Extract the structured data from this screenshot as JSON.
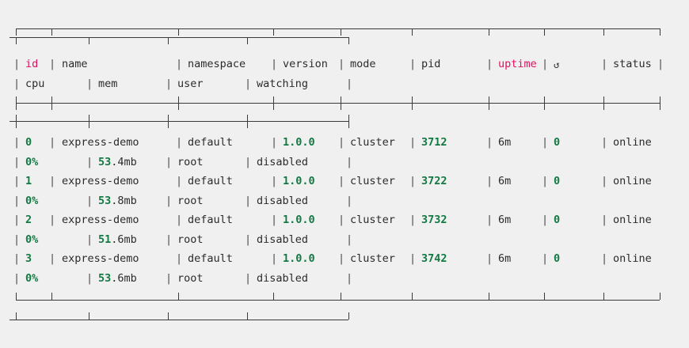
{
  "app": {
    "name": "pm2-list",
    "background_color": "#f0f0f0",
    "accent_sort_color": "#e0115f",
    "value_color": "#117a42",
    "text_color": "#2b2b2b",
    "border_color": "#3a3a3a"
  },
  "table": {
    "header_row_1": [
      {
        "key": "id",
        "label": "id",
        "sorted": true
      },
      {
        "key": "name",
        "label": "name",
        "sorted": false
      },
      {
        "key": "namespace",
        "label": "namespace",
        "sorted": false
      },
      {
        "key": "version",
        "label": "version",
        "sorted": false
      },
      {
        "key": "mode",
        "label": "mode",
        "sorted": false
      },
      {
        "key": "pid",
        "label": "pid",
        "sorted": false
      },
      {
        "key": "uptime",
        "label": "uptime",
        "sorted": true
      },
      {
        "key": "restarts",
        "label": "↺",
        "sorted": false
      },
      {
        "key": "status",
        "label": "status",
        "sorted": false
      }
    ],
    "header_row_2": [
      {
        "key": "cpu",
        "label": "cpu"
      },
      {
        "key": "mem",
        "label": "mem"
      },
      {
        "key": "user",
        "label": "user"
      },
      {
        "key": "watching",
        "label": "watching"
      }
    ],
    "rows": [
      {
        "id": "0",
        "name": "express-demo",
        "namespace": "default",
        "version": "1.0.0",
        "mode": "cluster",
        "pid": "3712",
        "uptime": "6m",
        "restarts": "0",
        "status": "online",
        "cpu": "0%",
        "mem_value": "53",
        "mem_unit": ".4mb",
        "mem": "53.4mb",
        "user": "root",
        "watching": "disabled"
      },
      {
        "id": "1",
        "name": "express-demo",
        "namespace": "default",
        "version": "1.0.0",
        "mode": "cluster",
        "pid": "3722",
        "uptime": "6m",
        "restarts": "0",
        "status": "online",
        "cpu": "0%",
        "mem_value": "53",
        "mem_unit": ".8mb",
        "mem": "53.8mb",
        "user": "root",
        "watching": "disabled"
      },
      {
        "id": "2",
        "name": "express-demo",
        "namespace": "default",
        "version": "1.0.0",
        "mode": "cluster",
        "pid": "3732",
        "uptime": "6m",
        "restarts": "0",
        "status": "online",
        "cpu": "0%",
        "mem_value": "51",
        "mem_unit": ".6mb",
        "mem": "51.6mb",
        "user": "root",
        "watching": "disabled"
      },
      {
        "id": "3",
        "name": "express-demo",
        "namespace": "default",
        "version": "1.0.0",
        "mode": "cluster",
        "pid": "3742",
        "uptime": "6m",
        "restarts": "0",
        "status": "online",
        "cpu": "0%",
        "mem_value": "53",
        "mem_unit": ".6mb",
        "mem": "53.6mb",
        "user": "root",
        "watching": "disabled"
      }
    ]
  },
  "separators": {
    "pipe": "|"
  }
}
